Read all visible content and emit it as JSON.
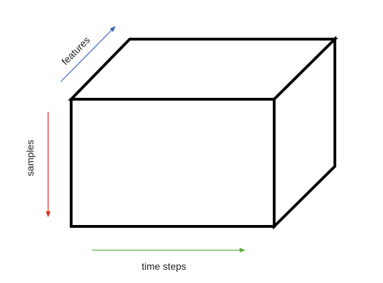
{
  "axes": {
    "features": {
      "label": "features",
      "color": "#3a66b5"
    },
    "samples": {
      "label": "samples",
      "color": "#e0221b"
    },
    "time_steps": {
      "label": "time steps",
      "color": "#5aad3c"
    }
  }
}
